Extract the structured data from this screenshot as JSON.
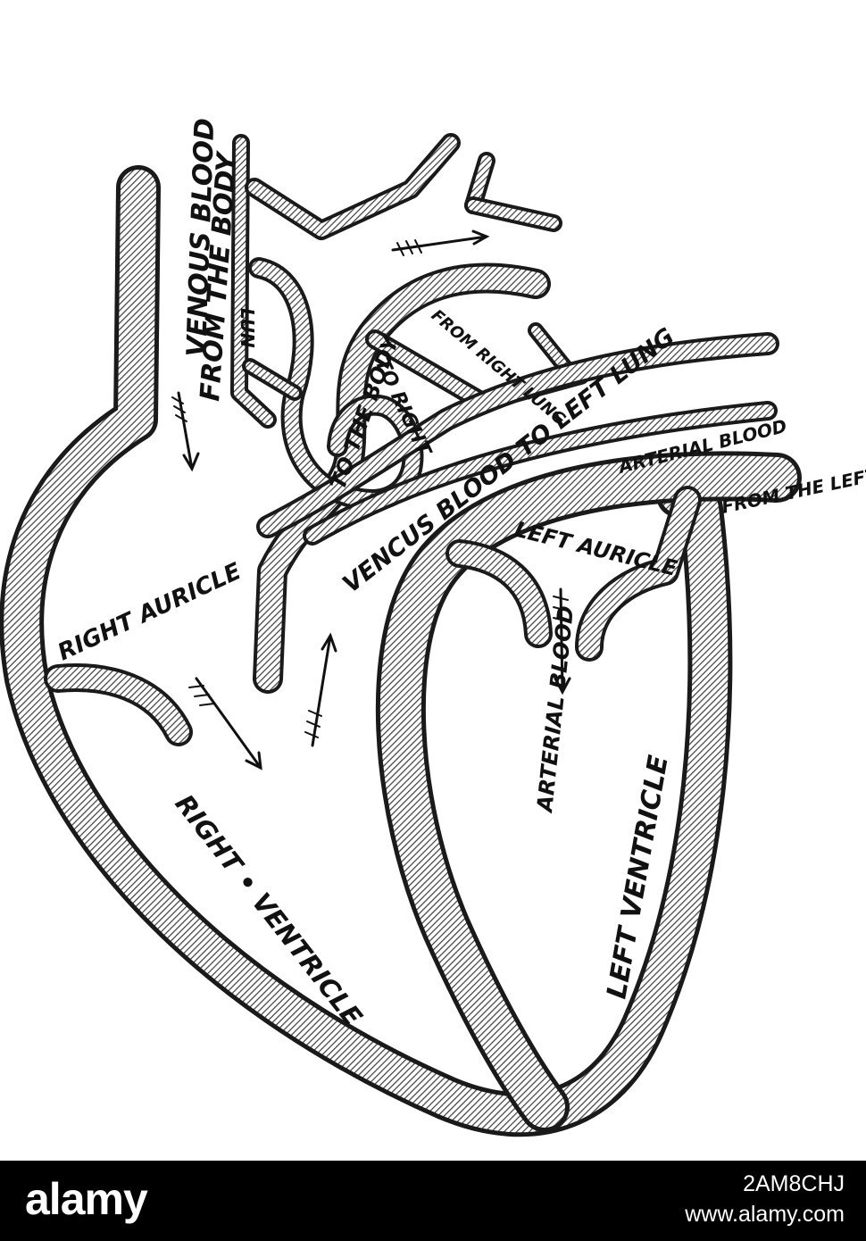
{
  "diagram": {
    "labels": {
      "venous_blood": "VENOUS BLOOD",
      "from_the_body": "FROM THE BODY",
      "to_the_body": "TO THE BODY",
      "from_right_lung": "FROM RIGHT LUNG",
      "to_right": "TO RIGHT",
      "lung_fragment": "LUN",
      "vencus_blood_to_left_lung": "VENCUS BLOOD TO LEFT LUNG",
      "arterial_blood_top": "ARTERIAL BLOOD",
      "from_the_left_lung": "FROM THE LEFT LUNG",
      "left_auricle": "LEFT AURICLE",
      "right_auricle": "RIGHT AURICLE",
      "arterial_blood": "ARTERIAL BLOOD",
      "right_ventricle": "RIGHT • VENTRICLE",
      "left_ventricle": "LEFT VENTRICLE"
    },
    "colors": {
      "ink": "#111111",
      "hatch": "#6e6e6e",
      "paper": "#ffffff"
    }
  },
  "footer": {
    "brand": "alamy",
    "image_id": "2AM8CHJ",
    "site": "www.alamy.com",
    "background": "#000000"
  }
}
